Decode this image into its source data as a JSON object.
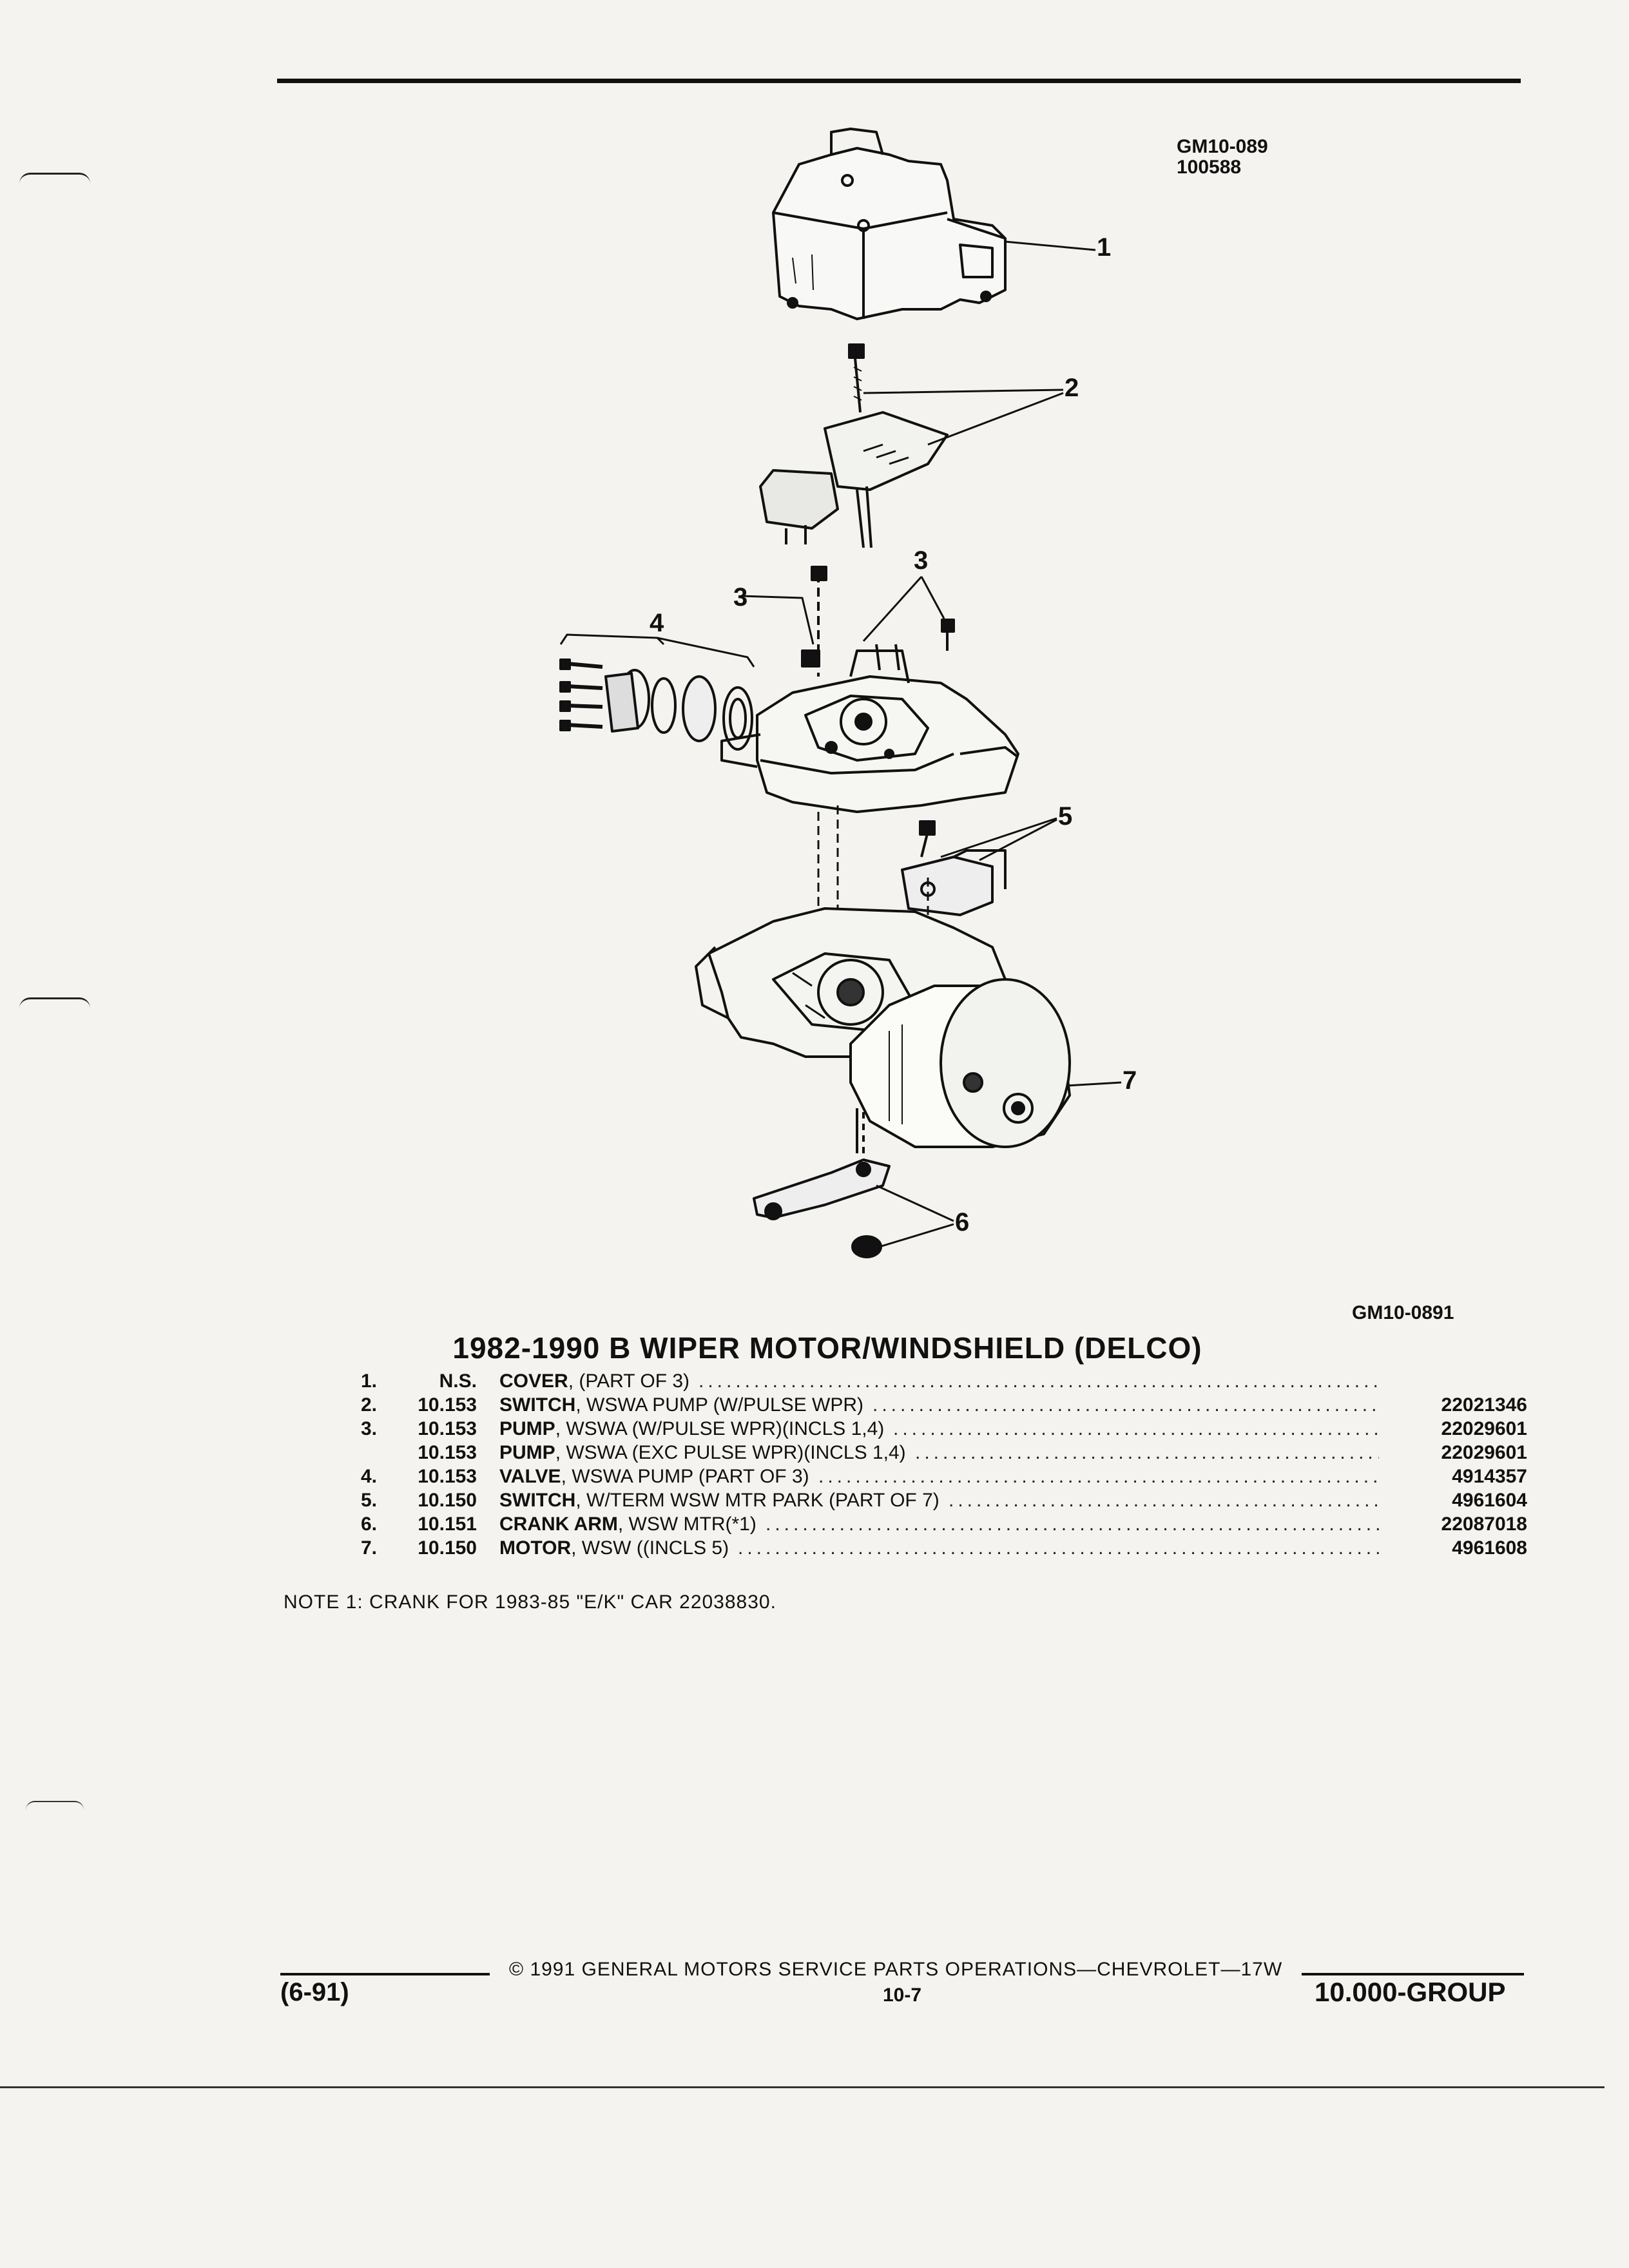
{
  "header": {
    "ref_code_top": "GM10-089",
    "ref_date": "100588",
    "ref_code_bottom": "GM10-0891"
  },
  "diagram": {
    "callouts": [
      "1",
      "2",
      "3",
      "3",
      "4",
      "5",
      "6",
      "7"
    ]
  },
  "title": "1982-1990 B WIPER MOTOR/WINDSHIELD (DELCO)",
  "parts": [
    {
      "num": "1.",
      "group": "N.S.",
      "name": "COVER",
      "desc": ", (PART OF 3)",
      "part_no": ""
    },
    {
      "num": "2.",
      "group": "10.153",
      "name": "SWITCH",
      "desc": ", WSWA PUMP (W/PULSE WPR)",
      "part_no": "22021346"
    },
    {
      "num": "3.",
      "group": "10.153",
      "name": "PUMP",
      "desc": ", WSWA (W/PULSE WPR)(INCLS 1,4)",
      "part_no": "22029601"
    },
    {
      "num": "",
      "group": "10.153",
      "name": "PUMP",
      "desc": ", WSWA (EXC PULSE WPR)(INCLS 1,4)",
      "part_no": "22029601"
    },
    {
      "num": "4.",
      "group": "10.153",
      "name": "VALVE",
      "desc": ", WSWA PUMP (PART OF 3)",
      "part_no": "4914357"
    },
    {
      "num": "5.",
      "group": "10.150",
      "name": "SWITCH",
      "desc": ", W/TERM WSW MTR PARK (PART OF 7)",
      "part_no": "4961604"
    },
    {
      "num": "6.",
      "group": "10.151",
      "name": "CRANK ARM",
      "desc": ", WSW MTR(*1)",
      "part_no": "22087018"
    },
    {
      "num": "7.",
      "group": "10.150",
      "name": "MOTOR",
      "desc": ", WSW ((INCLS 5)",
      "part_no": "4961608"
    }
  ],
  "note": "NOTE 1: CRANK FOR 1983-85 \"E/K\" CAR 22038830.",
  "footer": {
    "copyright": "© 1991 GENERAL MOTORS SERVICE PARTS OPERATIONS—CHEVROLET—17W",
    "left": "(6-91)",
    "center": "10-7",
    "right": "10.000-GROUP"
  }
}
